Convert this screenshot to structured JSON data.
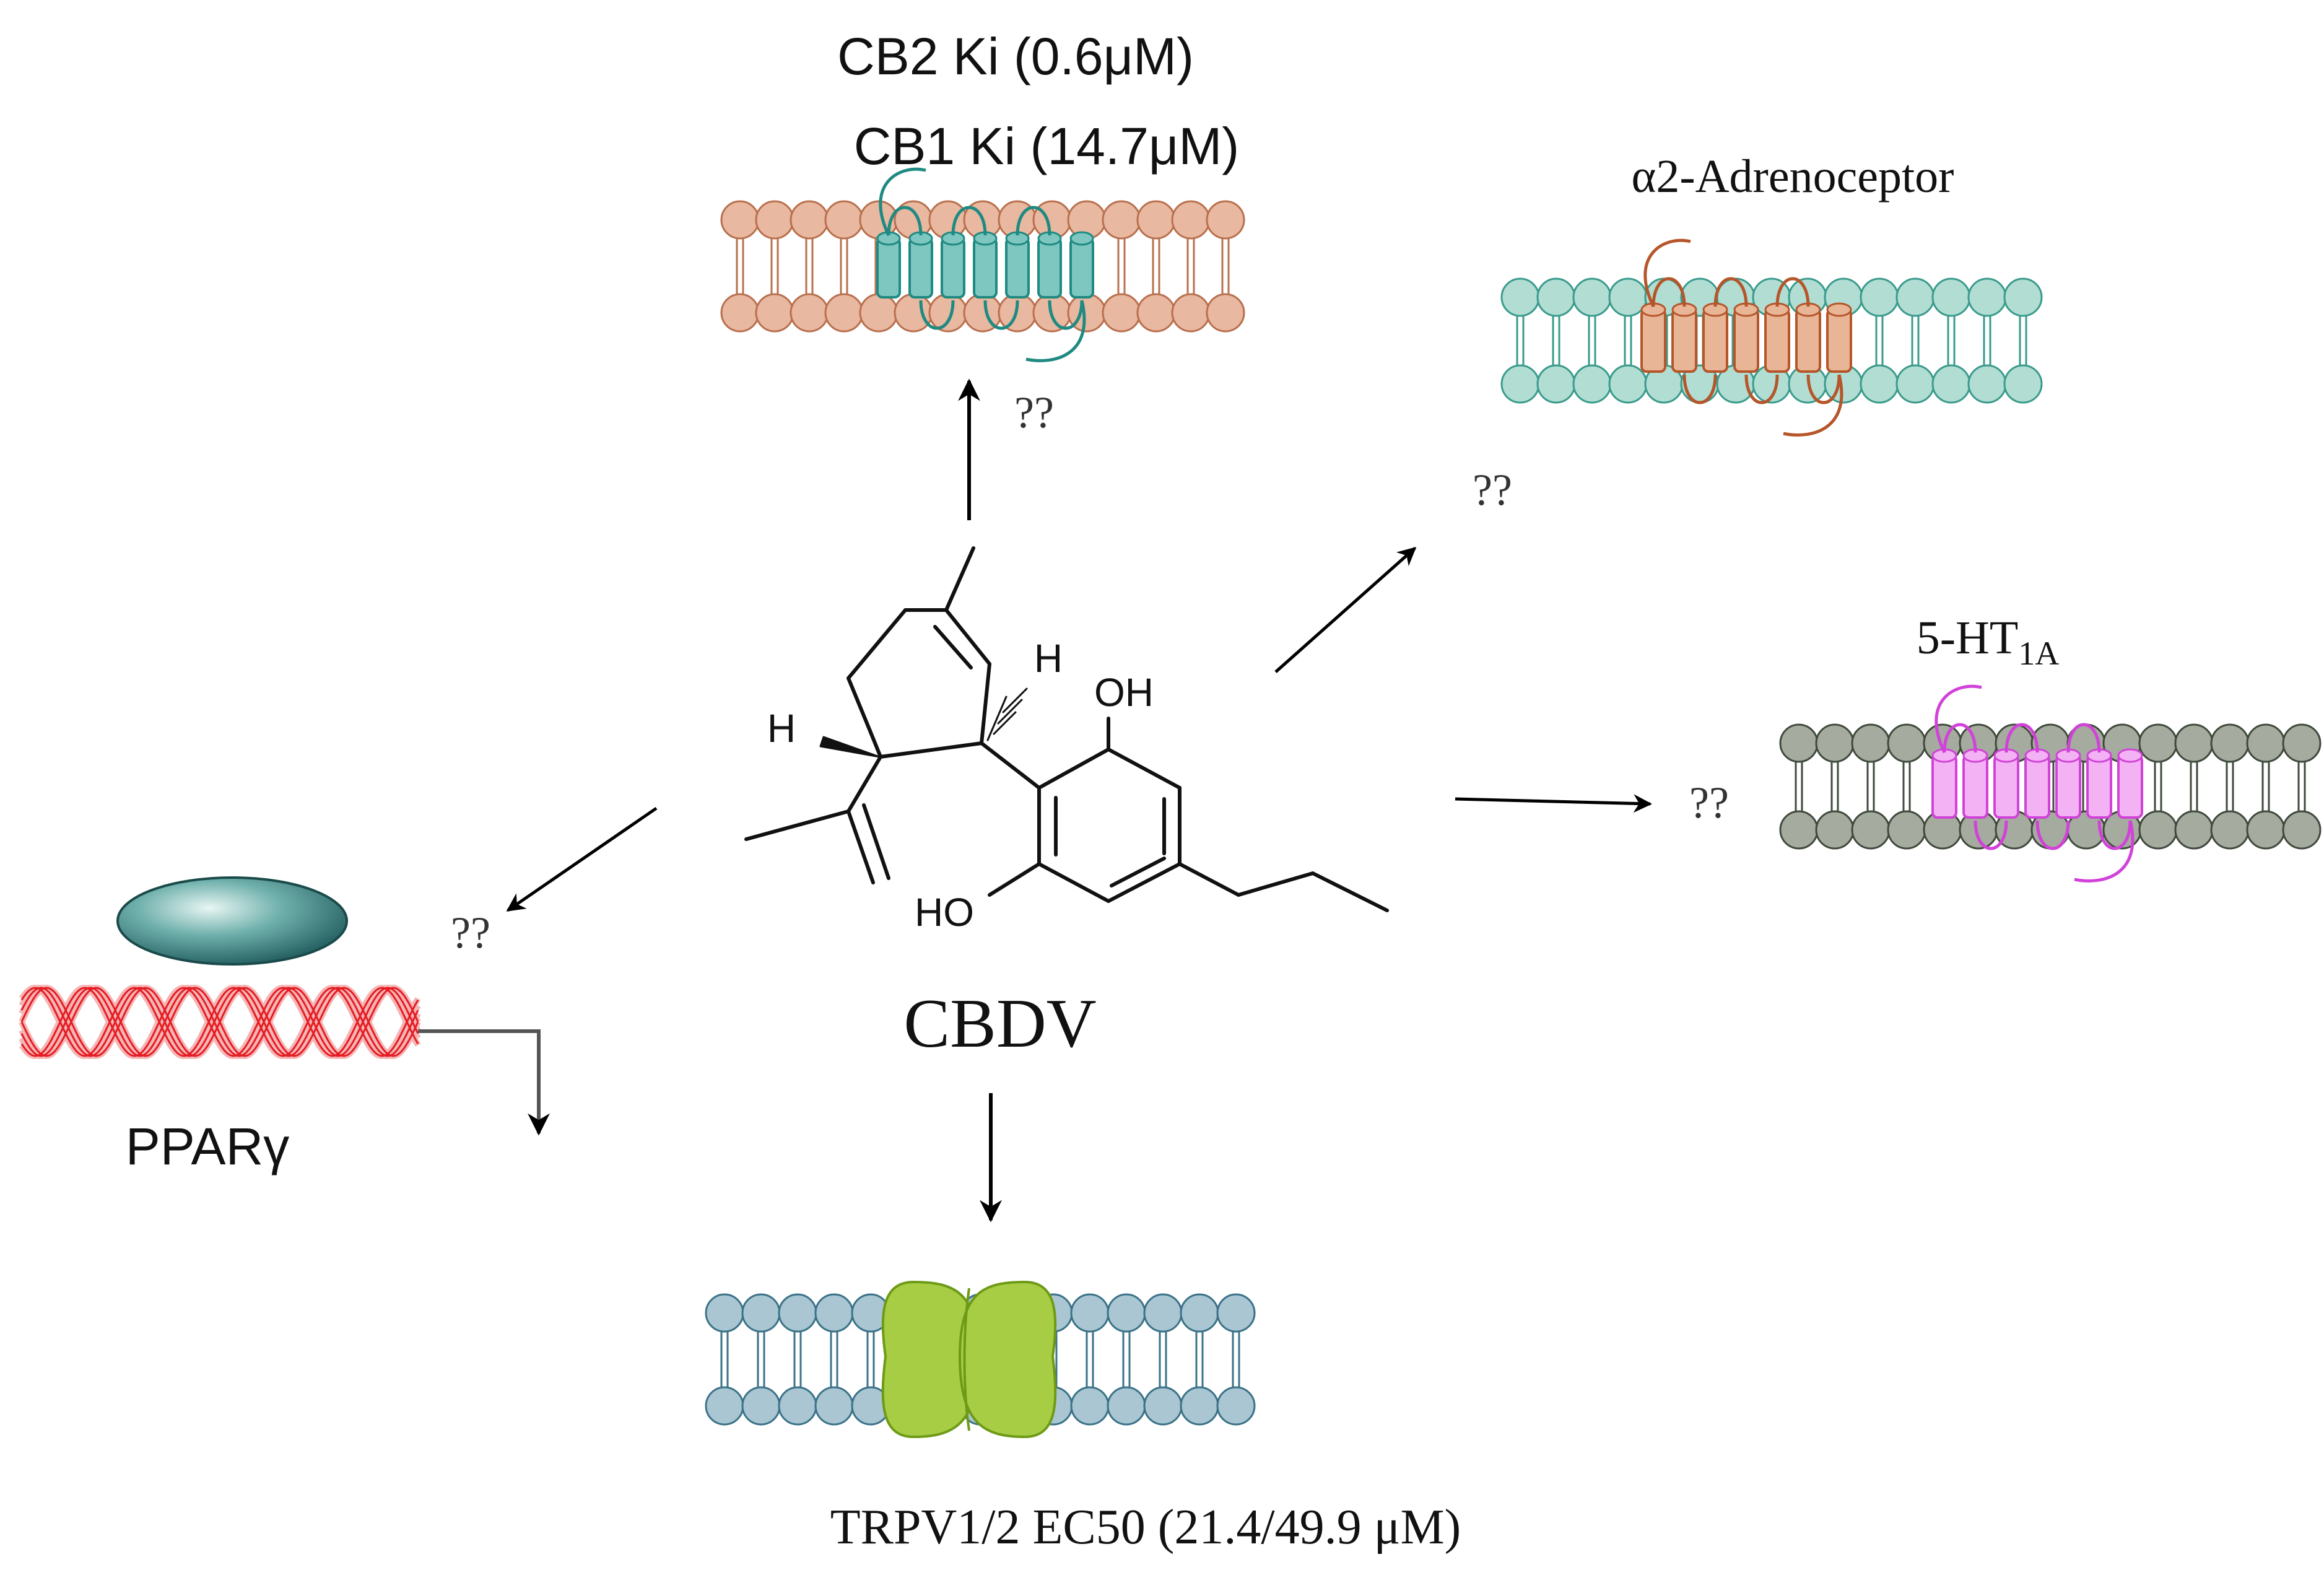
{
  "title": "",
  "compound": {
    "name": "CBDV",
    "atom_labels": {
      "h_left": "H",
      "h_right": "H",
      "oh_top": "OH",
      "oh_bottom": "HO"
    }
  },
  "targets": {
    "cb": {
      "line1": "CB2 Ki (0.6μM)",
      "line2": "CB1 Ki (14.7μM)",
      "uncertainty": "??"
    },
    "alpha2": {
      "label": "α2-Adrenoceptor",
      "uncertainty": "??"
    },
    "ht1a": {
      "label_base": "5-HT",
      "label_sub": "1A",
      "uncertainty": "??"
    },
    "ppar": {
      "label": "PPARγ",
      "uncertainty": "??"
    },
    "trpv": {
      "label": "TRPV1/2 EC50 (21.4/49.9 μM)"
    }
  },
  "colors": {
    "cb_membrane": "#e8b8a0",
    "cb_membrane_stroke": "#b9704e",
    "cb_receptor": "#7ec6c0",
    "cb_receptor_stroke": "#1e8a82",
    "alpha_membrane": "#b2ddd3",
    "alpha_membrane_stroke": "#3a9b8c",
    "alpha_receptor": "#e9b597",
    "alpha_receptor_stroke": "#b5562a",
    "ht_membrane": "#a5ab9e",
    "ht_membrane_stroke": "#3f4a3c",
    "ht_receptor": "#f3b2f3",
    "ht_receptor_stroke": "#d142d9",
    "trpv_membrane": "#a9c6d2",
    "trpv_membrane_stroke": "#3b7288",
    "trpv_channel": "#a7cd45",
    "trpv_channel_stroke": "#6e9a16",
    "dna": "#e51c23",
    "dna_fill": "#f5b5b5",
    "ppar_protein": "#2f7d7d",
    "text": "#111111"
  }
}
